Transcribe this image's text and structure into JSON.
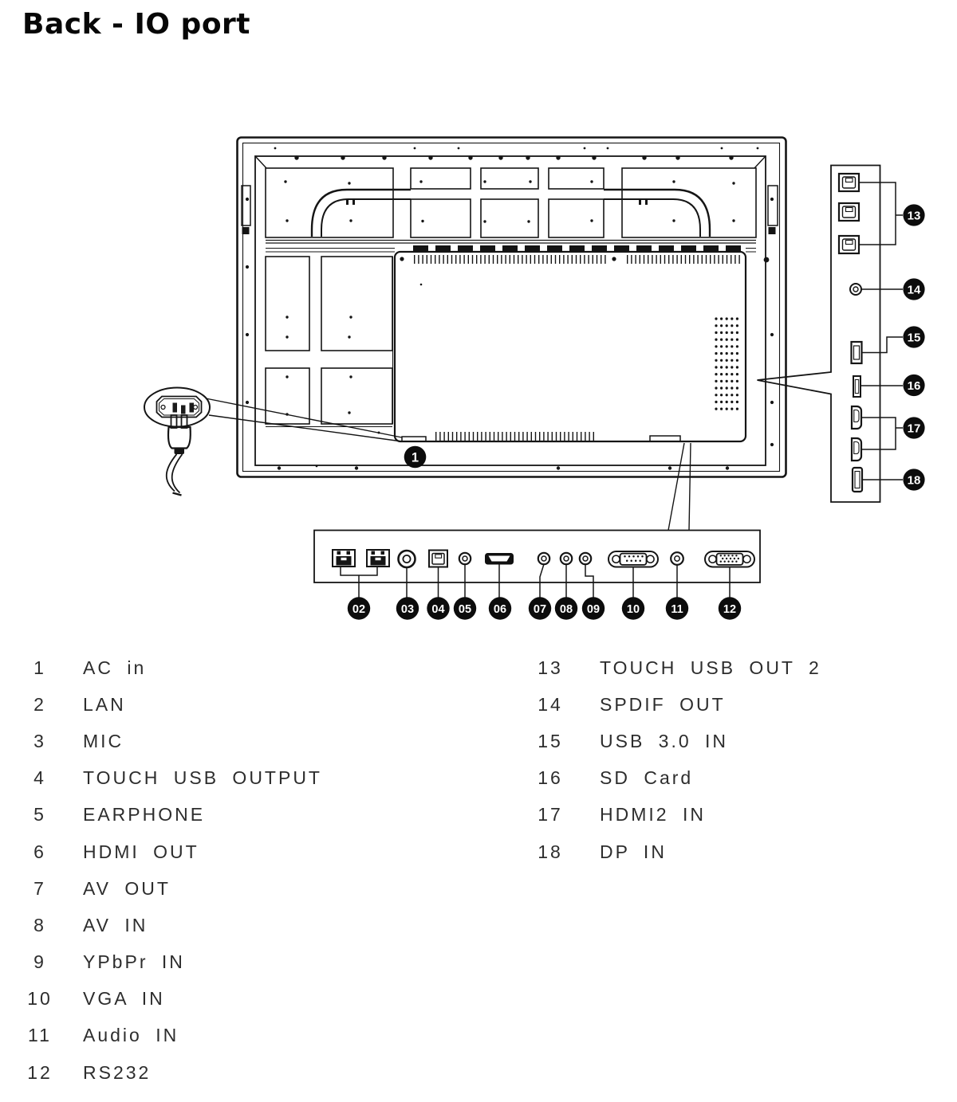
{
  "title": "Back - IO port",
  "diagram": {
    "ac_badge": "1",
    "bottom_badges": [
      "02",
      "03",
      "04",
      "05",
      "06",
      "07",
      "08",
      "09",
      "10",
      "11",
      "12"
    ],
    "side_badges": [
      "13",
      "14",
      "15",
      "16",
      "17",
      "18"
    ],
    "bottom_port_icons": [
      "lan-port-icon",
      "lan-port-icon",
      "mic-jack-icon",
      "usb-b-port-icon",
      "earphone-jack-icon",
      "hdmi-port-icon",
      "av-out-jack-icon",
      "av-in-jack-icon",
      "ypbpr-jack-icon",
      "vga-port-icon",
      "audio-in-jack-icon",
      "rs232-port-icon"
    ],
    "side_port_icons": [
      "usb-b-port-icon",
      "usb-b-port-icon",
      "usb-b-port-icon",
      "spdif-jack-icon",
      "usb3-port-icon",
      "sd-card-slot-icon",
      "hdmi-port-icon",
      "hdmi-port-icon",
      "dp-port-icon"
    ],
    "line_color": "#151515",
    "badge_color": "#0c0c0c"
  },
  "legend": {
    "left": [
      {
        "num": "1",
        "label": "AC in"
      },
      {
        "num": "2",
        "label": "LAN"
      },
      {
        "num": "3",
        "label": "MIC"
      },
      {
        "num": "4",
        "label": "TOUCH USB OUTPUT"
      },
      {
        "num": "5",
        "label": "EARPHONE"
      },
      {
        "num": "6",
        "label": "HDMI OUT"
      },
      {
        "num": "7",
        "label": "AV OUT"
      },
      {
        "num": "8",
        "label": "AV IN"
      },
      {
        "num": "9",
        "label": "YPbPr IN"
      },
      {
        "num": "10",
        "label": "VGA IN"
      },
      {
        "num": "11",
        "label": "Audio IN"
      },
      {
        "num": "12",
        "label": "RS232"
      }
    ],
    "right": [
      {
        "num": "13",
        "label": "TOUCH USB OUT 2"
      },
      {
        "num": "14",
        "label": "SPDIF OUT"
      },
      {
        "num": "15",
        "label": "USB 3.0 IN"
      },
      {
        "num": "16",
        "label": "SD Card"
      },
      {
        "num": "17",
        "label": "HDMI2 IN"
      },
      {
        "num": "18",
        "label": "DP IN"
      }
    ]
  }
}
